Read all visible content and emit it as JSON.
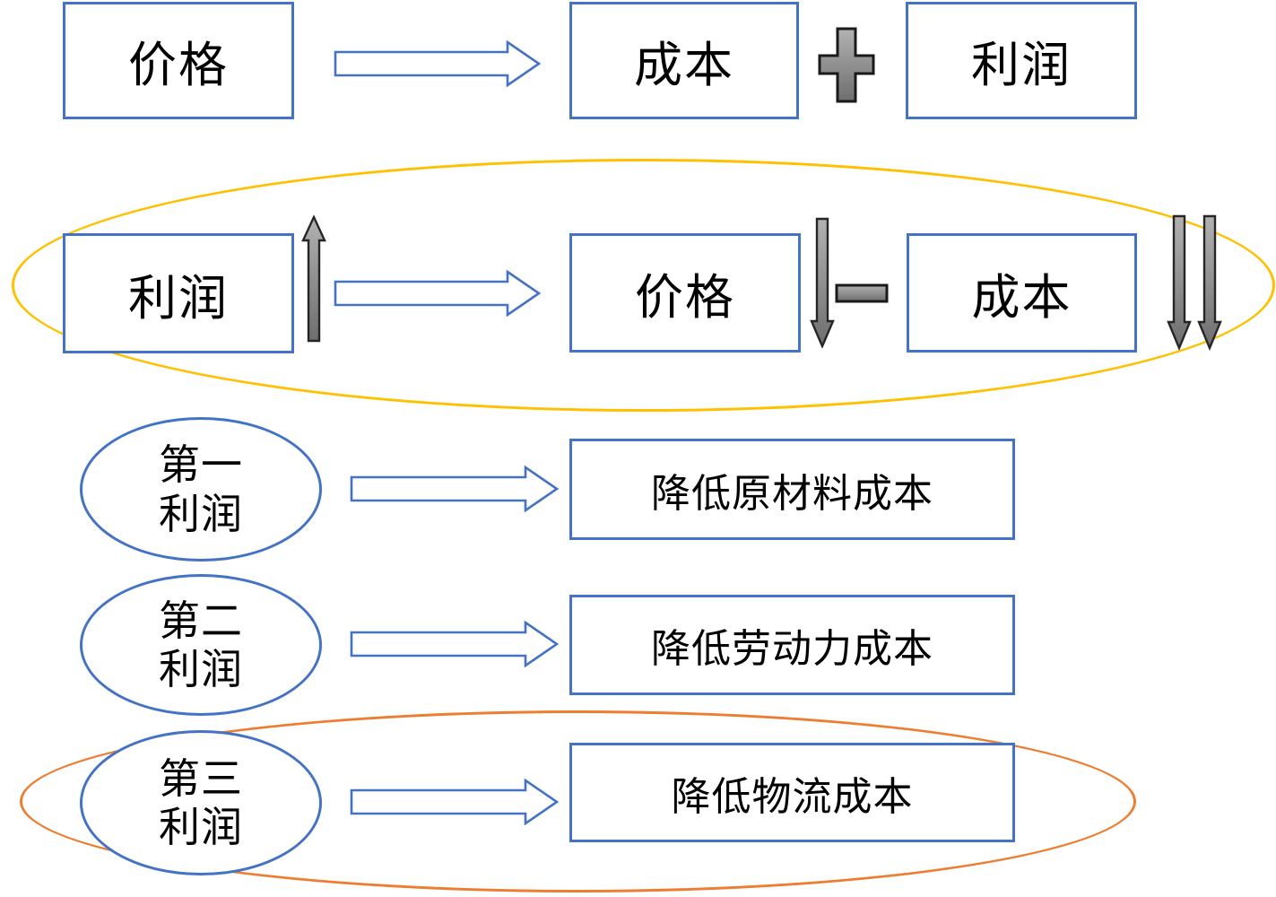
{
  "colors": {
    "shape_border_blue": "#4472C4",
    "highlight_ellipse_yellow": "#FFC000",
    "highlight_ellipse_orange": "#ED7D31",
    "operator_gray_light": "#ABABAB",
    "operator_gray_dark": "#6E6E6E",
    "operator_outline": "#262626",
    "text": "#000000"
  },
  "row1": {
    "price_label": "价格",
    "cost_label": "成本",
    "profit_label": "利润",
    "plus_icon_name": "plus-sign"
  },
  "row2": {
    "profit_label": "利润",
    "price_label": "价格",
    "cost_label": "成本",
    "minus_icon_name": "minus-sign",
    "profit_trend_icon": "up-arrow",
    "price_trend_icon": "down-arrow",
    "cost_trend_icon": "double-down-arrow"
  },
  "profit_rows": [
    {
      "source_line1": "第一",
      "source_line2": "利润",
      "target": "降低原材料成本"
    },
    {
      "source_line1": "第二",
      "source_line2": "利润",
      "target": "降低劳动力成本"
    },
    {
      "source_line1": "第三",
      "source_line2": "利润",
      "target": "降低物流成本"
    }
  ]
}
